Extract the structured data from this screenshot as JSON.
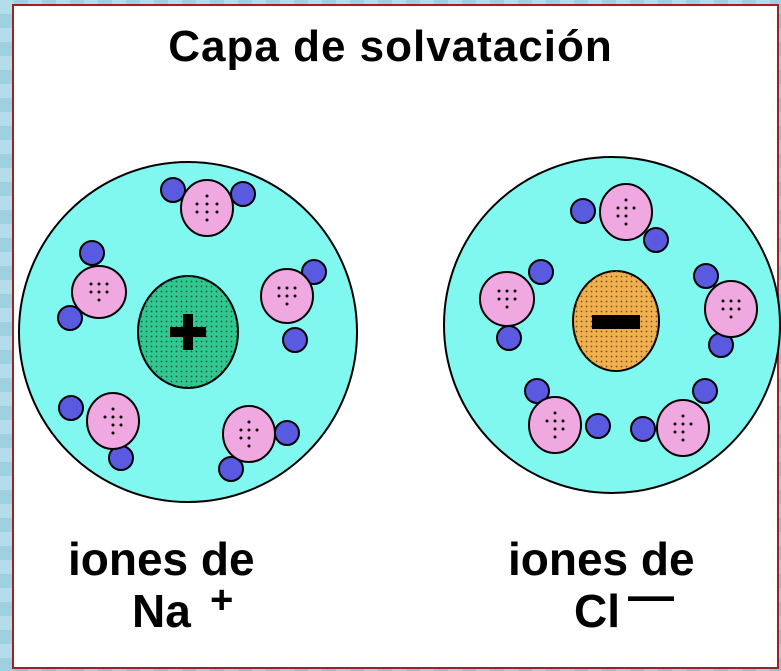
{
  "title": "Capa de solvatación",
  "colors": {
    "solvation_shell": "#80f8f0",
    "oxygen": "#f0a8e0",
    "hydrogen": "#5a5ae0",
    "cation": "#30c890",
    "anion": "#f0b050",
    "border": "#a12020"
  },
  "sodium": {
    "label_line1": "iones de",
    "symbol": "Na",
    "charge": "+"
  },
  "chloride": {
    "label_line1": "iones de",
    "symbol": "Cl",
    "charge": "—"
  }
}
